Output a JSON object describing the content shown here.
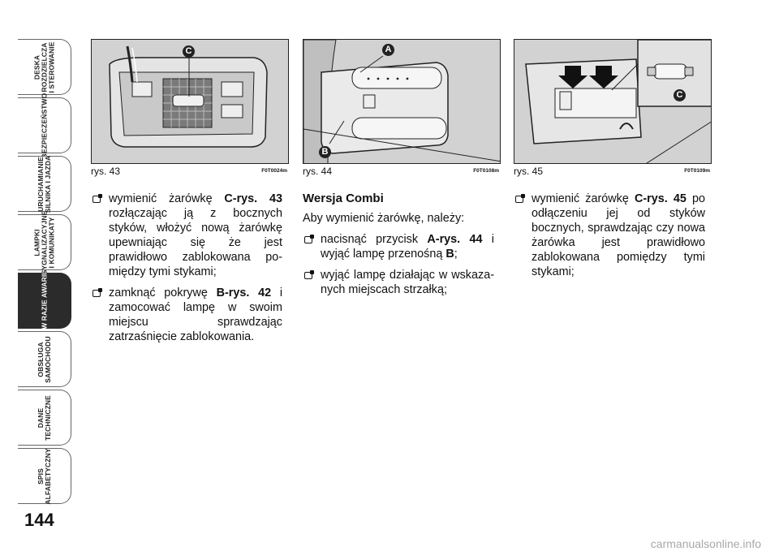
{
  "tabs": [
    {
      "label": "DESKA\nROZDZIELCZA\nI STEROWANIE",
      "active": false
    },
    {
      "label": "BEZPIECZEŃSTWO",
      "active": false
    },
    {
      "label": "URUCHAMIANIE\nSILNIKA I JAZDA",
      "active": false
    },
    {
      "label": "LAMPKI\nSYGNALIZACYJNE\nI KOMUNIKATY",
      "active": false
    },
    {
      "label": "W RAZIE AWARII",
      "active": true
    },
    {
      "label": "OBSŁUGA\nSAMOCHODU",
      "active": false
    },
    {
      "label": "DANE\nTECHNICZNE",
      "active": false
    },
    {
      "label": "SPIS\nALFABETYCZNY",
      "active": false
    }
  ],
  "page_number": "144",
  "figures": [
    {
      "num": "rys. 43",
      "code": "F0T0024m",
      "markers": [
        "C"
      ]
    },
    {
      "num": "rys. 44",
      "code": "F0T0108m",
      "markers": [
        "A",
        "B"
      ]
    },
    {
      "num": "rys. 45",
      "code": "F0T0109m",
      "markers": [
        "C"
      ]
    }
  ],
  "col1": {
    "b1": {
      "t1": "wymienić żarówkę ",
      "ref": "C-rys. 43",
      "t2": " rozłą­czając ją z bocznych styków, włożyć nową żarówkę upewniając się że jest prawidłowo zablokowana po­między tymi stykami;"
    },
    "b2": {
      "t1": "zamknąć pokrywę ",
      "ref": "B-rys. 42",
      "t2": " i zamo­cować lampę w swoim miejscu sprawdzając zatrzaśnięcie zabloko­wania."
    }
  },
  "col2": {
    "heading": "Wersja Combi",
    "intro": "Aby wymienić żarówkę, należy:",
    "b1": {
      "t1": "nacisnąć przycisk ",
      "ref": "A-rys. 44",
      "t2": " i wyjąć lampę przenośną ",
      "ref2": "B",
      "t3": ";"
    },
    "b2": {
      "t1": "wyjąć lampę działając w wskaza­nych miejscach strzałką;"
    }
  },
  "col3": {
    "b1": {
      "t1": "wymienić żarówkę ",
      "ref": "C-rys. 45",
      "t2": " po odłączeniu jej od styków bocznych, sprawdzając czy nowa żarówka jest prawidłowo zablokowana pomię­dzy tymi stykami;"
    }
  },
  "footer": "carmanualsonline.info"
}
